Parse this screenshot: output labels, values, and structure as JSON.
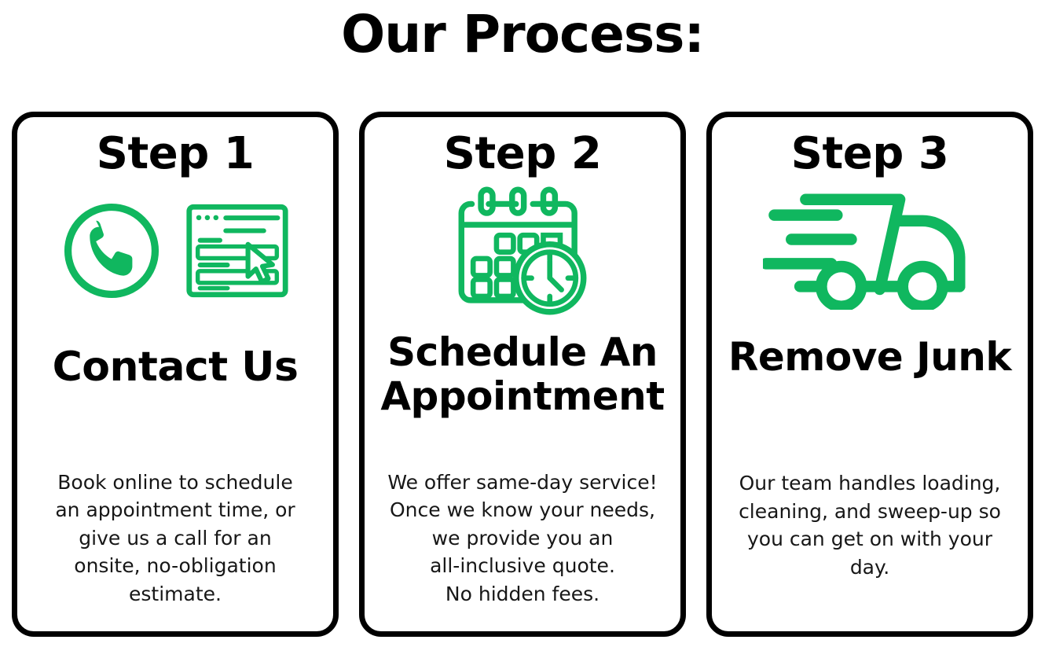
{
  "title": "Our Process:",
  "theme": {
    "accent_green": "#10b75f",
    "border_color": "#000000",
    "background": "#ffffff",
    "text_color": "#000000"
  },
  "steps": [
    {
      "step_label": "Step 1",
      "heading": "Contact Us",
      "body": "Book online to schedule\nan appointment time, or\ngive us a call for an\nonsite, no-obligation\nestimate.",
      "icons": [
        "phone-circle-icon",
        "browser-window-cursor-icon"
      ]
    },
    {
      "step_label": "Step 2",
      "heading": "Schedule An Appointment",
      "body": "We offer same-day service!\nOnce we know your needs,\nwe provide you an\nall-inclusive quote.\nNo hidden fees.",
      "icons": [
        "calendar-clock-icon"
      ]
    },
    {
      "step_label": "Step 3",
      "heading": "Remove Junk",
      "body": "Our team handles loading,\ncleaning, and sweep-up so\nyou can get on with your\nday.",
      "icons": [
        "delivery-truck-icon"
      ]
    }
  ]
}
